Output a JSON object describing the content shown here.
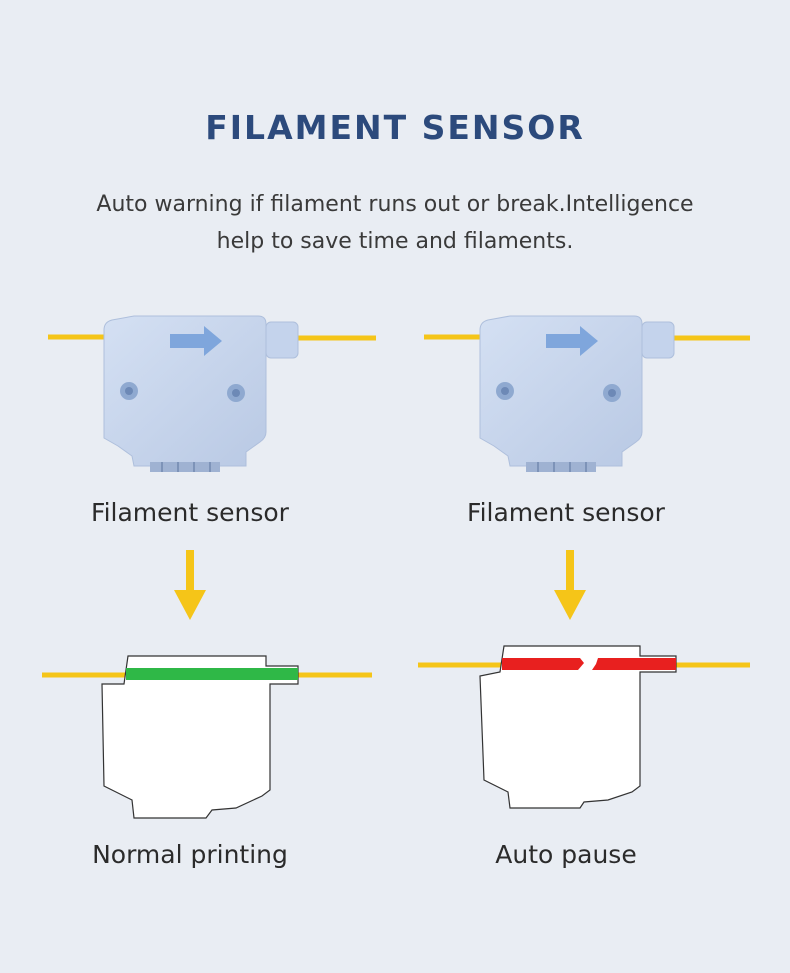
{
  "header": {
    "title": "FILAMENT SENSOR",
    "subtitle": "Auto warning if filament runs out or break.Intelligence help to save time and filaments."
  },
  "panels": [
    {
      "top_label": "Filament sensor",
      "bottom_label": "Normal printing",
      "status": "normal",
      "status_color": "#2fb847"
    },
    {
      "top_label": "Filament sensor",
      "bottom_label": "Auto pause",
      "status": "broken",
      "status_color": "#e8201f"
    }
  ],
  "colors": {
    "background": "#e9edf3",
    "title": "#2c4a7c",
    "filament": "#f5c518",
    "sensor_body": "#c8d6ee",
    "arrow_icon": "#7fa6dc",
    "down_arrow": "#f5c518"
  }
}
